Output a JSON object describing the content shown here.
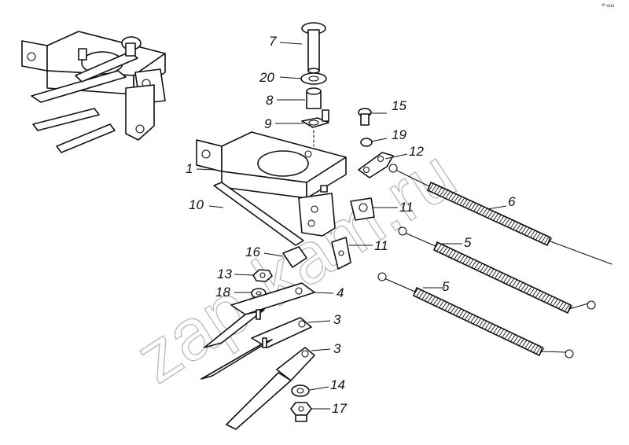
{
  "watermark": "zap-kam.ru",
  "corner_code": "ᵃᴮ ooo",
  "callouts": [
    {
      "id": "c7",
      "text": "7"
    },
    {
      "id": "c20",
      "text": "20"
    },
    {
      "id": "c8",
      "text": "8"
    },
    {
      "id": "c9",
      "text": "9"
    },
    {
      "id": "c15",
      "text": "15"
    },
    {
      "id": "c19",
      "text": "19"
    },
    {
      "id": "c12",
      "text": "12"
    },
    {
      "id": "c1",
      "text": "1"
    },
    {
      "id": "c6",
      "text": "6"
    },
    {
      "id": "c10",
      "text": "10"
    },
    {
      "id": "c11a",
      "text": "11"
    },
    {
      "id": "c11b",
      "text": "11"
    },
    {
      "id": "c5a",
      "text": "5"
    },
    {
      "id": "c16",
      "text": "16"
    },
    {
      "id": "c13",
      "text": "13"
    },
    {
      "id": "c5b",
      "text": "5"
    },
    {
      "id": "c18",
      "text": "18"
    },
    {
      "id": "c4",
      "text": "4"
    },
    {
      "id": "c3a",
      "text": "3"
    },
    {
      "id": "c3b",
      "text": "3"
    },
    {
      "id": "c14",
      "text": "14"
    },
    {
      "id": "c17",
      "text": "17"
    }
  ]
}
